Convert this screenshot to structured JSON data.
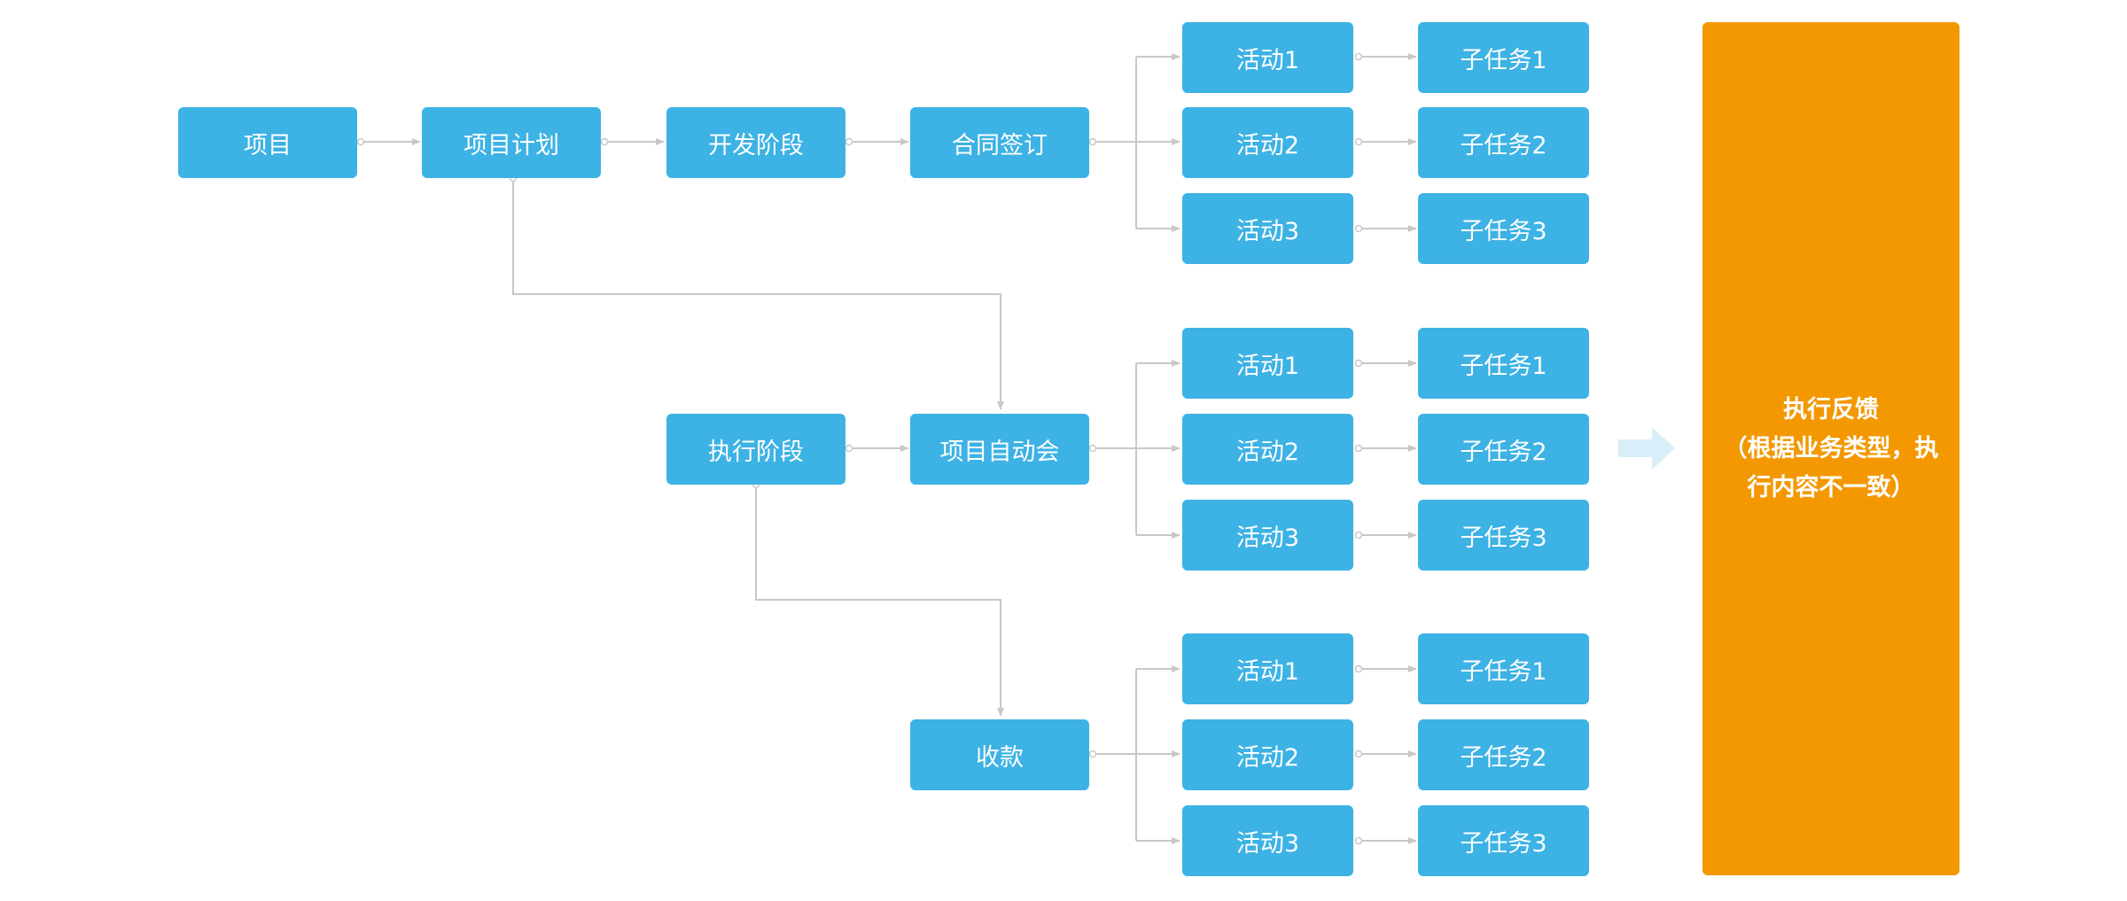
{
  "nodes": {
    "project": "项目",
    "project_plan": "项目计划",
    "dev_phase": "开发阶段",
    "contract_sign": "合同签订",
    "exec_phase": "执行阶段",
    "kickoff_meeting": "项目自动会",
    "payment": "收款"
  },
  "groups": [
    {
      "activities": [
        "活动1",
        "活动2",
        "活动3"
      ],
      "subtasks": [
        "子任务1",
        "子任务2",
        "子任务3"
      ]
    },
    {
      "activities": [
        "活动1",
        "活动2",
        "活动3"
      ],
      "subtasks": [
        "子任务1",
        "子任务2",
        "子任务3"
      ]
    },
    {
      "activities": [
        "活动1",
        "活动2",
        "活动3"
      ],
      "subtasks": [
        "子任务1",
        "子任务2",
        "子任务3"
      ]
    }
  ],
  "feedback": {
    "line1": "执行反馈",
    "line2": "（根据业务类型，执",
    "line3": "行内容不一致）"
  },
  "colors": {
    "node_fill": "#3db2e4",
    "feedback_fill": "#f39800",
    "connector": "#c8c8c8",
    "big_arrow": "#d8eef8"
  }
}
